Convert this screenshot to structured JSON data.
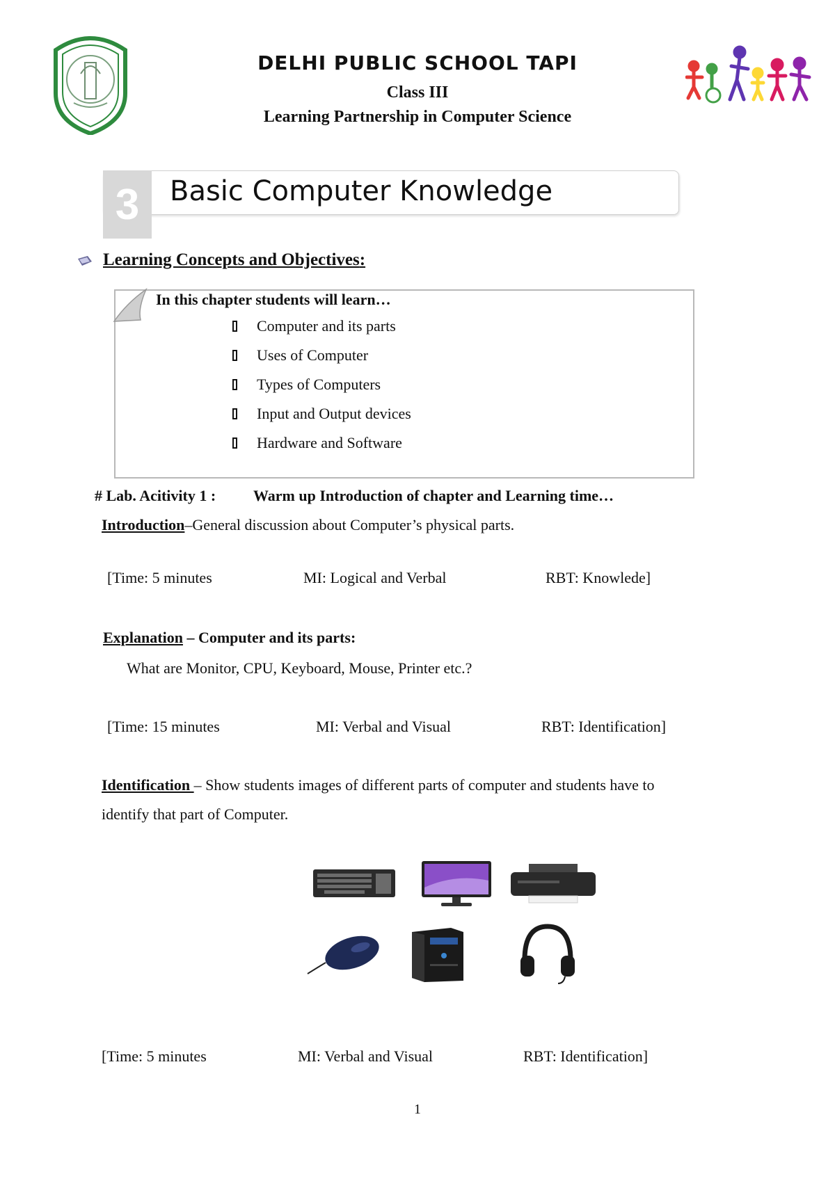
{
  "header": {
    "school": "DELHI PUBLIC SCHOOL TAPI",
    "class": "Class III",
    "subject": "Learning Partnership in Computer Science"
  },
  "chapter": {
    "number": "3",
    "title": "Basic Computer Knowledge"
  },
  "objectives": {
    "heading": "Learning Concepts and Objectives",
    "intro": "In this chapter students will learn…",
    "items": [
      "Computer and its parts",
      "Uses of Computer",
      "Types of Computers",
      "Input and Output devices",
      "Hardware and Software"
    ]
  },
  "lab": {
    "label": "# Lab. Acitivity 1 :",
    "title": "Warm up Introduction of chapter and Learning time…"
  },
  "introduction": {
    "label": "Introduction",
    "text": "–General discussion about Computer’s physical parts.",
    "time": "[Time: 5 minutes",
    "mi": "MI: Logical and Verbal",
    "rbt": "RBT: Knowlede]"
  },
  "explanation": {
    "label": "Explanation",
    "heading": " – Computer and its parts:",
    "text": "What are Monitor, CPU, Keyboard, Mouse, Printer etc.?",
    "time": "[Time: 15  minutes",
    "mi": "MI: Verbal and Visual",
    "rbt": "RBT: Identification]"
  },
  "identification": {
    "label": "Identification ",
    "text1": "– Show students images of different parts of computer and students have to",
    "text2": "identify that part of Computer.",
    "time": "[Time: 5 minutes",
    "mi": "MI: Verbal and Visual",
    "rbt": "RBT: Identification]"
  },
  "gallery_icons": [
    "keyboard-icon",
    "monitor-icon",
    "printer-icon",
    "mouse-icon",
    "cpu-icon",
    "headphones-icon"
  ],
  "page_number": "1"
}
